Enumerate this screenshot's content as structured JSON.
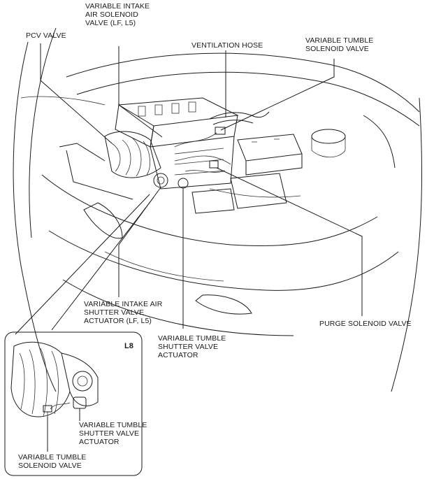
{
  "labels": {
    "pcv_valve": [
      "PCV VALVE"
    ],
    "variable_intake_air_solenoid": [
      "VARIABLE INTAKE",
      "AIR SOLENOID",
      "VALVE (LF, L5)"
    ],
    "ventilation_hose": [
      "VENTILATION HOSE"
    ],
    "variable_tumble_solenoid_top": [
      "VARIABLE TUMBLE",
      "SOLENOID VALVE"
    ],
    "variable_intake_air_shutter": [
      "VARIABLE INTAKE AIR",
      "SHUTTER VALVE",
      "ACTUATOR (LF, L5)"
    ],
    "purge_solenoid_valve": [
      "PURGE SOLENOID  VALVE"
    ],
    "variable_tumble_shutter_main": [
      "VARIABLE TUMBLE",
      "SHUTTER VALVE",
      "ACTUATOR"
    ],
    "inset_tumble_shutter": [
      "VARIABLE TUMBLE",
      "SHUTTER VALVE",
      "ACTUATOR"
    ],
    "inset_tumble_solenoid": [
      "VARIABLE TUMBLE",
      "SOLENOID VALVE"
    ]
  },
  "inset": {
    "tag": "L8"
  }
}
